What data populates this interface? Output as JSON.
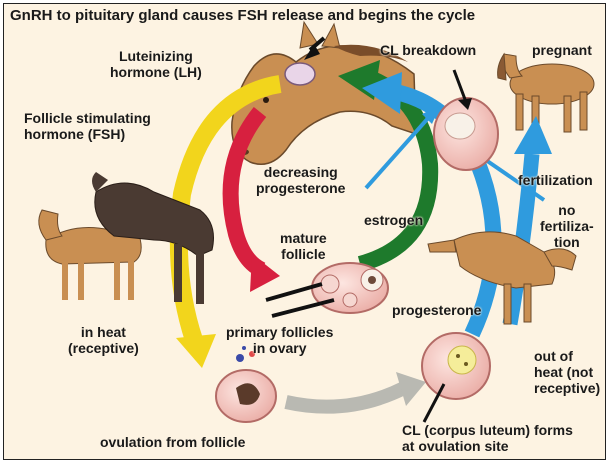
{
  "title": "GnRH to pituitary gland causes FSH release and begins the cycle",
  "labels": {
    "lh": "Luteinizing\nhormone (LH)",
    "fsh": "Follicle stimulating\nhormone (FSH)",
    "cl_breakdown": "CL breakdown",
    "pregnant": "pregnant",
    "decreasing_progesterone": "decreasing\nprogesterone",
    "estrogen": "estrogen",
    "fertilization": "fertilization",
    "no_fertilization": "no\nfertiliza-\ntion",
    "mature_follicle": "mature\nfollicle",
    "in_heat": "in heat\n(receptive)",
    "primary_follicles": "primary follicles\nin ovary",
    "progesterone": "progesterone",
    "out_of_heat": "out of\nheat (not\nreceptive)",
    "ovulation": "ovulation from follicle",
    "cl_forms": "CL (corpus luteum) forms\nat ovulation site"
  },
  "colors": {
    "background": "#fdf3e2",
    "yellow_arrow": "#f2d51c",
    "red_arrow": "#d7203f",
    "green_arrow": "#1e7a2c",
    "blue_arrow": "#2f9bde",
    "gray_arrow": "#b9b9b2",
    "ovary": "#f2c2bc",
    "horse_tan": "#c98f52",
    "horse_dark": "#4a3a32"
  },
  "icons": [
    "horse-head",
    "pituitary-gland",
    "ovary",
    "follicle",
    "corpus-luteum",
    "horse-mare",
    "horse-stallion",
    "horse-pregnant",
    "horse-kicking"
  ]
}
